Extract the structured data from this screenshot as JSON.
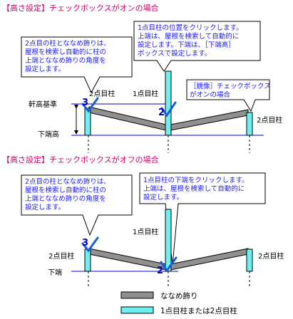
{
  "section1": {
    "heading": "【高さ設定】チェックボックスがオンの場合",
    "callout_left": [
      "2点目の柱とななめ飾りは、",
      "屋根を検索し自動的に柱の",
      "上端とななめ飾りの角度を",
      "設定します。"
    ],
    "callout_center": [
      "1点目柱の位置をクリックします。",
      "上端は、屋根を検索して自動的に",
      "設定します。下端は、［下端高］",
      "ボックスで設定します。"
    ],
    "callout_right": [
      "［鏡像］チェックボックス",
      "がオンの場合"
    ],
    "label_eave_base": "軒高基準",
    "label_bottom_height": "下端高",
    "label_left_post": "2点目柱",
    "label_center_post": "1点目柱",
    "label_right_post": "2点目柱",
    "num_left": "3",
    "num_center": "2"
  },
  "section2": {
    "heading": "【高さ設定】チェックボックスがオフの場合",
    "callout_left": [
      "2点目の柱とななめ飾りは、",
      "屋根を検索し自動的に柱の",
      "上端とななめ飾りの角度を",
      "設定します。"
    ],
    "callout_center": [
      "1点目柱の下端をクリックします。",
      "上端は、屋根を検索して自動的に",
      "設定します。"
    ],
    "label_left_post": "2点目柱",
    "label_center_post": "1点目柱",
    "label_right_post": "2点目柱",
    "label_bottom": "下端",
    "num_left": "3",
    "num_center": "2"
  },
  "legend": {
    "diagonal_label": "ななめ飾り",
    "post_label": "1点目柱または2点目柱"
  },
  "colors": {
    "post_fill": "#6ef0f0",
    "diagonal_fill": "#909090",
    "guide_line": "#0000cc",
    "check_mark": "#1a5fd6",
    "heading": "#d4006a",
    "callout_text": "#1a1aff"
  }
}
